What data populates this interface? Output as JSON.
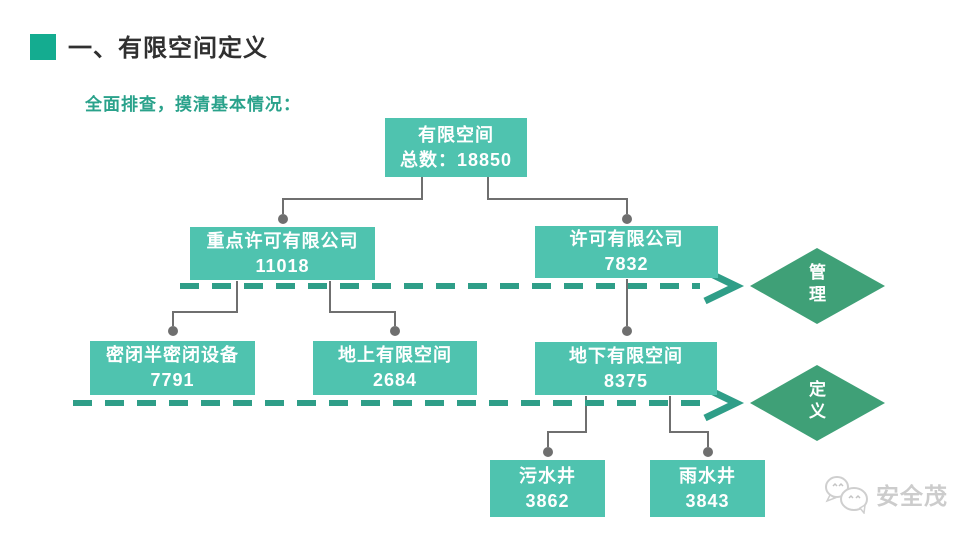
{
  "slide": {
    "title": "一、有限空间定义",
    "subtitle": "全面排查，摸清基本情况："
  },
  "tree": {
    "nodes": {
      "root": {
        "label": "有限空间",
        "value": "总数：18850"
      },
      "l2_left": {
        "label": "重点许可有限公司",
        "value": "11018"
      },
      "l2_right": {
        "label": "许可有限公司",
        "value": "7832"
      },
      "l3_left": {
        "label": "密闭半密闭设备",
        "value": "7791"
      },
      "l3_mid": {
        "label": "地上有限空间",
        "value": "2684"
      },
      "l3_right": {
        "label": "地下有限空间",
        "value": "8375"
      },
      "l4_left": {
        "label": "污水井",
        "value": "3862"
      },
      "l4_right": {
        "label": "雨水井",
        "value": "3843"
      }
    },
    "diamonds": [
      {
        "label": "管理"
      },
      {
        "label": "定义"
      }
    ]
  },
  "watermark": {
    "brand": "安全茂",
    "icon": "wechat-icon"
  },
  "colors": {
    "box_teal": "#4FC3AF",
    "diamond_green": "#3FA077",
    "dash_arrow_teal": "#2F9E88",
    "connector_gray": "#6F6F6F",
    "title_marker_teal": "#14AC90",
    "subtitle_teal": "#2AA28B",
    "title_text": "#303030",
    "watermark_gray": "#CCCCCC"
  }
}
